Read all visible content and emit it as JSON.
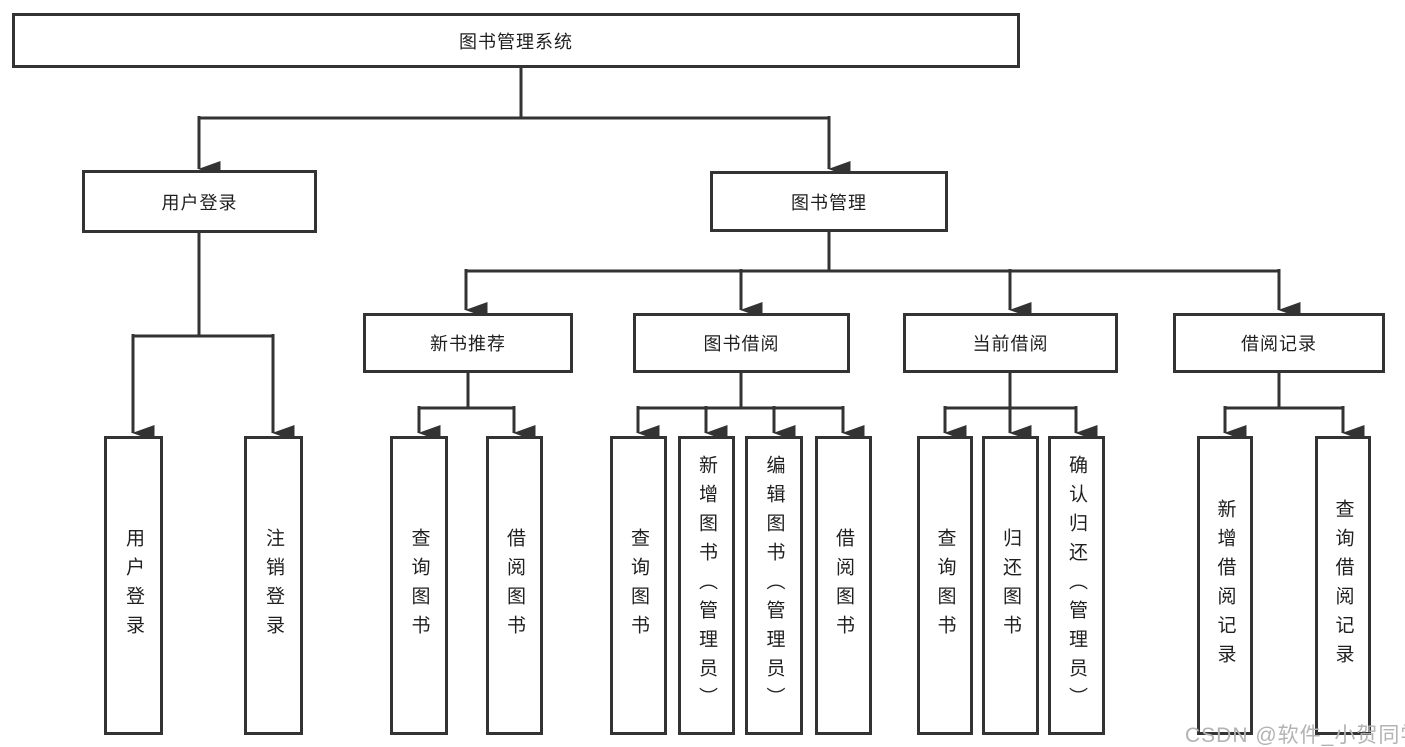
{
  "diagram": {
    "root": {
      "label": "图书管理系统"
    },
    "level2": [
      {
        "label": "用户登录"
      },
      {
        "label": "图书管理"
      }
    ],
    "level3": [
      {
        "label": "新书推荐"
      },
      {
        "label": "图书借阅"
      },
      {
        "label": "当前借阅"
      },
      {
        "label": "借阅记录"
      }
    ],
    "leaves": {
      "user_login": [
        {
          "label": "用户登录"
        },
        {
          "label": "注销登录"
        }
      ],
      "new_book": [
        {
          "label": "查询图书"
        },
        {
          "label": "借阅图书"
        }
      ],
      "book_borrow": [
        {
          "label": "查询图书"
        },
        {
          "label": "新增图书（管理员）"
        },
        {
          "label": "编辑图书（管理员）"
        },
        {
          "label": "借阅图书"
        }
      ],
      "current_borrow": [
        {
          "label": "查询图书"
        },
        {
          "label": "归还图书"
        },
        {
          "label": "确认归还（管理员）"
        }
      ],
      "borrow_records": [
        {
          "label": "新增借阅记录"
        },
        {
          "label": "查询借阅记录"
        }
      ]
    },
    "watermark": "CSDN @软件_小贺同学",
    "colors": {
      "line": "#333333",
      "text": "#1f1f1f",
      "background": "#ffffff",
      "watermark": "#b3b3b3"
    }
  }
}
